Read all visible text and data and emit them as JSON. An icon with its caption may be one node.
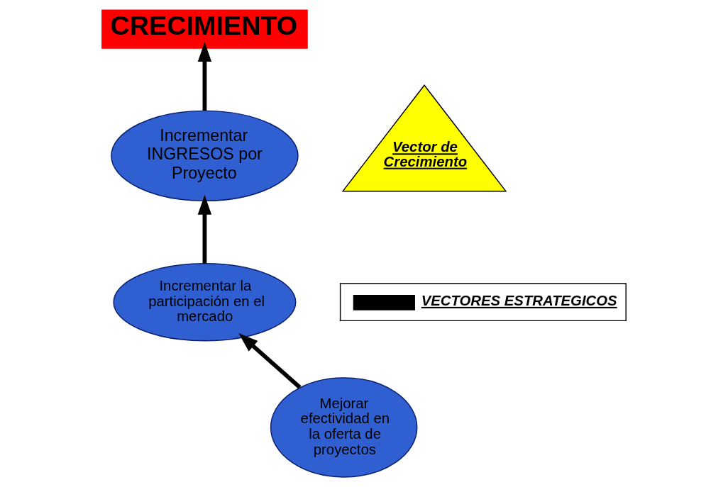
{
  "diagram": {
    "nodes": [
      {
        "text": [
          "CRECIMIENTO"
        ]
      },
      {
        "text": [
          "Vector de Crecimiento"
        ]
      },
      {
        "text": [
          "Mejorar efectividad en la oferta de proyectos"
        ]
      },
      {
        "text": [
          "Incrementar la participación en el mercado"
        ]
      },
      {
        "text": [
          "Incrementar INGRESOS por Proyecto"
        ]
      }
    ],
    "edges": [
      {
        "from": 2,
        "to": 3,
        "arrow": "to"
      },
      {
        "from": 3,
        "to": 4,
        "arrow": "to"
      },
      {
        "from": 4,
        "to": 0,
        "arrow": "to"
      }
    ],
    "legend": [
      {
        "text": "VECTORES ESTRATEGICOS"
      }
    ]
  }
}
